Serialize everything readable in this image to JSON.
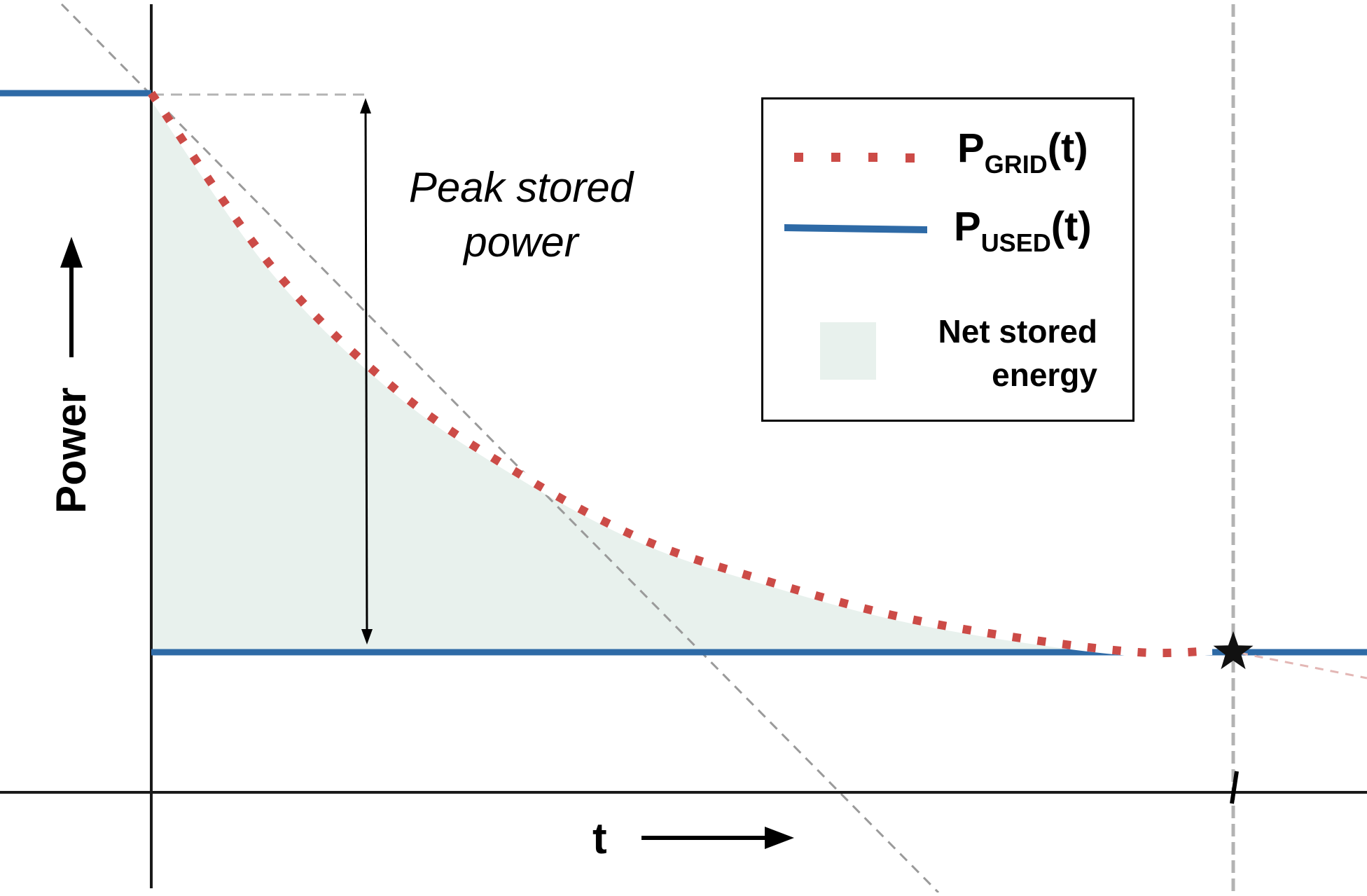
{
  "chart_data": {
    "type": "area",
    "title": "",
    "xlabel": "t",
    "ylabel": "Power",
    "x_tick_labels": [
      "l"
    ],
    "grid": false,
    "legend_placement": "top-right",
    "annotation": {
      "text_line1": "Peak stored",
      "text_line2": "power",
      "meaning": "double arrow spanning from peak grid power down to used power at t=0"
    },
    "marker": {
      "symbol": "star",
      "label": "intersection of P_GRID(t) and P_USED(t) at t = l"
    },
    "x_range": [
      -1.0,
      10.0
    ],
    "y_range": [
      0,
      5.0
    ],
    "series": [
      {
        "name": "P_GRID(t)",
        "style": "dotted",
        "color": "#cc4b47",
        "x": [
          0,
          1,
          2,
          3,
          4,
          5,
          6,
          7,
          8,
          8.6
        ],
        "y": [
          4.0,
          3.05,
          2.4,
          1.95,
          1.6,
          1.38,
          1.2,
          1.08,
          1.0,
          0.98
        ]
      },
      {
        "name": "P_USED(t)",
        "style": "solid",
        "color": "#2e6aa6",
        "segments": [
          {
            "x": [
              -1.0,
              0
            ],
            "y": [
              4.0,
              4.0
            ]
          },
          {
            "x": [
              0,
              10.0
            ],
            "y": [
              1.0,
              1.0
            ]
          }
        ]
      }
    ],
    "fill": {
      "name": "Net stored energy",
      "between": [
        "P_GRID(t)",
        "P_USED(t)"
      ],
      "color": "#e8f1ed"
    },
    "reference_lines": [
      {
        "name": "initial slope tangent",
        "style": "dashed",
        "color": "#999999"
      },
      {
        "name": "peak level",
        "style": "dashed",
        "color": "#b0b0b0"
      },
      {
        "name": "t = l",
        "style": "dashed",
        "color": "#b0b0b0"
      }
    ]
  },
  "axes": {
    "y_label": "Power",
    "x_label": "t",
    "x_tick": "l"
  },
  "annotation": {
    "line1": "Peak stored",
    "line2": "power"
  },
  "legend": {
    "grid_main": "P",
    "grid_sub": "GRID",
    "grid_tail": "(t)",
    "used_main": "P",
    "used_sub": "USED",
    "used_tail": "(t)",
    "net_line1": "Net stored",
    "net_line2": "energy"
  },
  "colors": {
    "grid_dots": "#cc4b47",
    "used_line": "#2e6aa6",
    "fill": "#e8f1ed",
    "dashed_ref": "#aaaaaa",
    "axis": "#1a1a1a"
  }
}
